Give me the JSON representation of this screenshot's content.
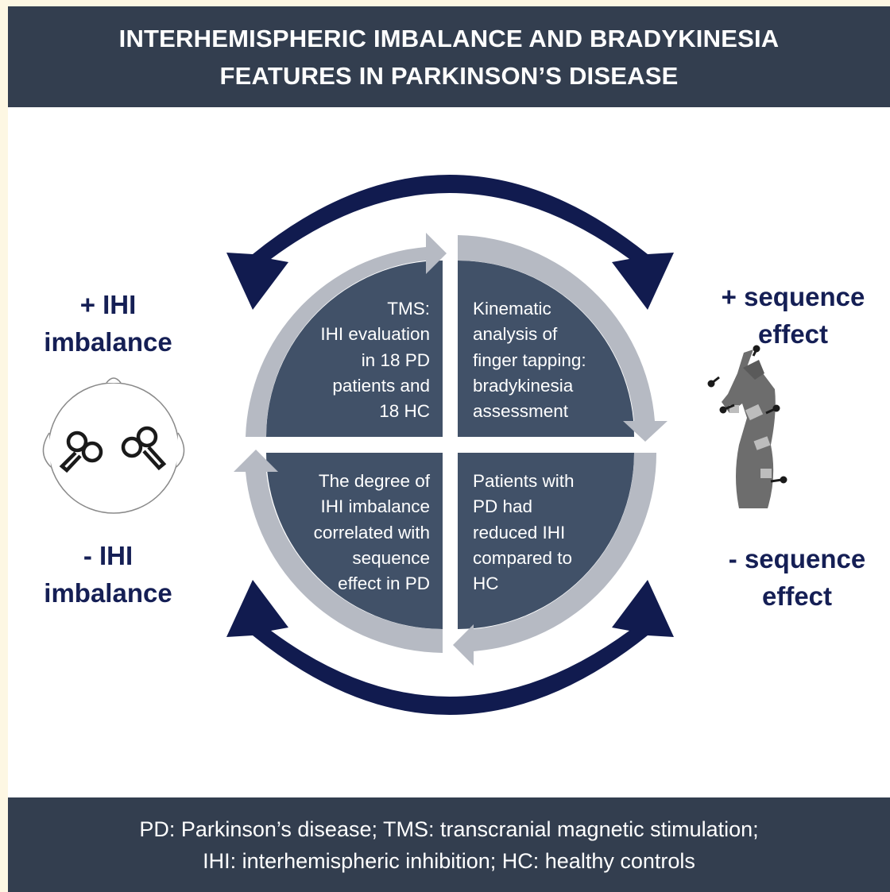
{
  "header": {
    "line1": "INTERHEMISPHERIC IMBALANCE AND BRADYKINESIA",
    "line2": "FEATURES IN PARKINSON’S DISEASE"
  },
  "quadrants": {
    "top_left": [
      "TMS:",
      "IHI evaluation",
      "in 18 PD",
      "patients and",
      "18 HC"
    ],
    "top_right": [
      "Kinematic",
      "analysis of",
      "finger tapping:",
      "bradykinesia",
      "assessment"
    ],
    "bottom_left": [
      "The degree of",
      "IHI imbalance",
      "correlated with",
      "sequence",
      "effect in PD"
    ],
    "bottom_right": [
      "Patients with",
      "PD had",
      "reduced IHI",
      "compared to",
      "HC"
    ]
  },
  "left_labels": {
    "top": [
      "+ IHI",
      "imbalance"
    ],
    "bottom": [
      "- IHI",
      "imbalance"
    ]
  },
  "right_labels": {
    "top": [
      "+ sequence",
      "effect"
    ],
    "bottom": [
      "- sequence",
      "effect"
    ]
  },
  "footer": {
    "line1": "PD: Parkinson’s disease; TMS: transcranial magnetic stimulation;",
    "line2": "IHI: interhemispheric inhibition; HC: healthy controls"
  },
  "colors": {
    "header_bg": "#333e4f",
    "quadrant_fill": "#415168",
    "ring_gray": "#b6bac3",
    "arrow_navy": "#111b4f",
    "label_navy": "#151f55"
  },
  "icons": [
    "head-coils-icon",
    "hand-markers-icon"
  ]
}
